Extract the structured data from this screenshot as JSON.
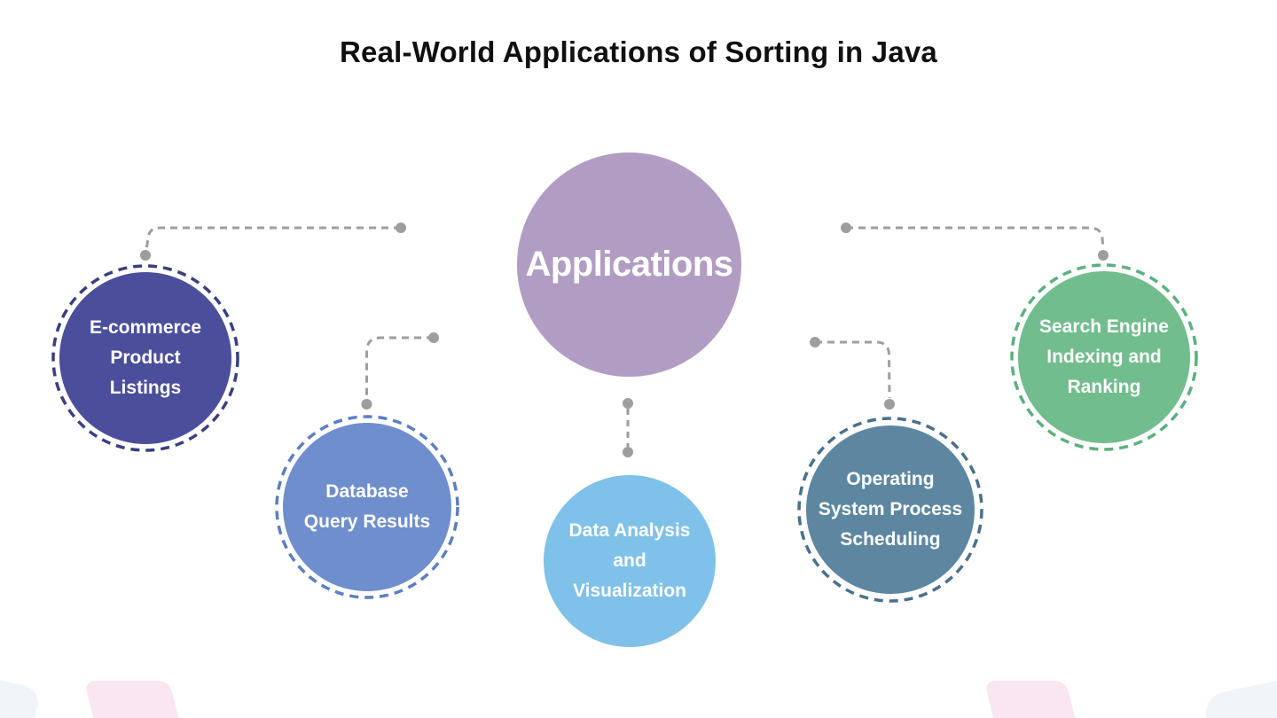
{
  "title": "Real-World Applications of Sorting in Java",
  "diagram": {
    "connector_color": "#9e9e9e",
    "center": {
      "label": "Applications",
      "fill": "#b19dc4",
      "text_color": "#ffffff"
    },
    "nodes": [
      {
        "id": "ecommerce-product-listings",
        "label": "E-commerce Product Listings",
        "lines": [
          "E-commerce",
          "Product",
          "Listings"
        ],
        "fill": "#4b4e9b",
        "ring_color": "#3b3e7f"
      },
      {
        "id": "database-query-results",
        "label": "Database Query Results",
        "lines": [
          "Database",
          "Query Results"
        ],
        "fill": "#6e8ecd",
        "ring_color": "#5c7ec2"
      },
      {
        "id": "data-analysis-and-visualization",
        "label": "Data Analysis and Visualization",
        "lines": [
          "Data Analysis",
          "and",
          "Visualization"
        ],
        "fill": "#7fc1e8",
        "ring_color": null
      },
      {
        "id": "operating-system-process-scheduling",
        "label": "Operating System Process Scheduling",
        "lines": [
          "Operating",
          "System Process",
          "Scheduling"
        ],
        "fill": "#5d87a0",
        "ring_color": "#49708b"
      },
      {
        "id": "search-engine-indexing-and-ranking",
        "label": "Search Engine Indexing and Ranking",
        "lines": [
          "Search Engine",
          "Indexing and",
          "Ranking"
        ],
        "fill": "#72bd8d",
        "ring_color": "#5bb07f"
      }
    ],
    "decor": {
      "pink": "#fae6f0",
      "gray_blue": "#f1f4f9"
    }
  }
}
